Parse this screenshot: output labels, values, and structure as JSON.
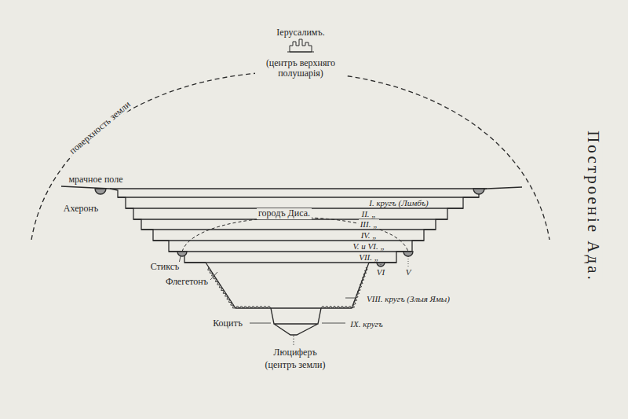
{
  "diagram": {
    "title": "Построеніе Ада.",
    "labels": [
      "Іерусалимъ.",
      "(центръ верхняго полушарія)",
      "поверхность земли",
      "мрачное поле",
      "Ахеронъ",
      "I. кругъ (Лимбъ)",
      "II. „",
      "городъ Диса.",
      "III. „",
      "IV. „",
      "V. и VI. „",
      "VII. „",
      "VI",
      "V",
      "Стиксъ",
      "Флегетонъ",
      "VIII. кругъ (Злыя Ямы)",
      "Коцитъ",
      "IX. кругъ",
      "Люциферъ",
      "(центръ земли)"
    ]
  }
}
